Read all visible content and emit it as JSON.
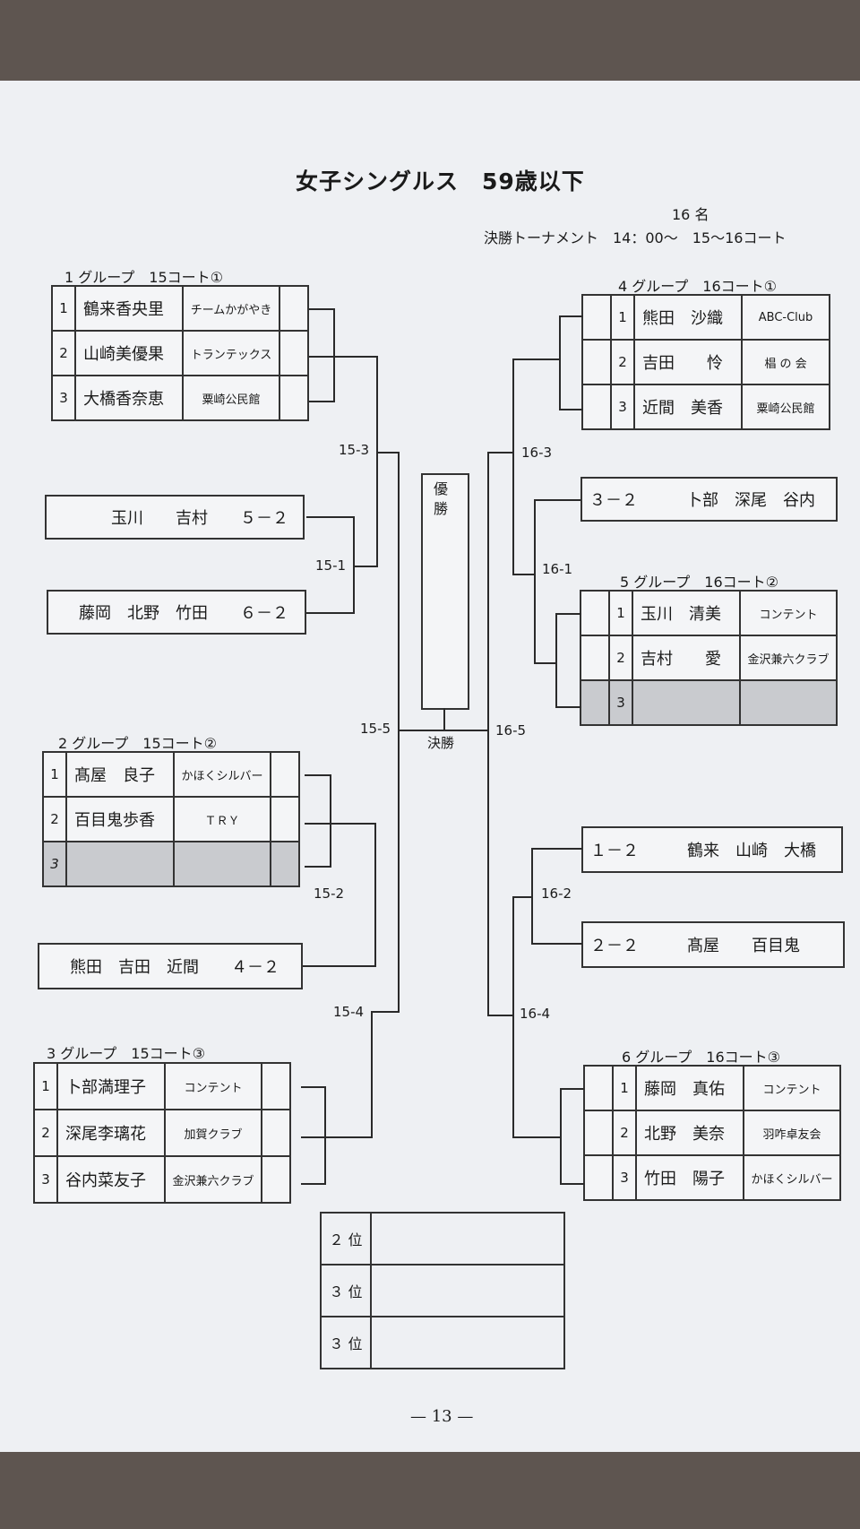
{
  "title": "女子シングルス　59歳以下",
  "count": "16 名",
  "final_info": "決勝トーナメント　14：00～　15～16コート",
  "groups": [
    {
      "label": "1 グループ　15コート①",
      "rows": [
        {
          "no": "1",
          "name": "鶴来香央里",
          "club": "チームかがやき"
        },
        {
          "no": "2",
          "name": "山崎美優果",
          "club": "トランテックス"
        },
        {
          "no": "3",
          "name": "大橋香奈恵",
          "club": "粟崎公民館"
        }
      ]
    },
    {
      "label": "2 グループ　15コート②",
      "rows": [
        {
          "no": "1",
          "name": "髙屋　良子",
          "club": "かほくシルバー"
        },
        {
          "no": "2",
          "name": "百目鬼歩香",
          "club": "ＴＲＹ"
        },
        {
          "no": "3",
          "name": "",
          "club": ""
        }
      ]
    },
    {
      "label": "3 グループ　15コート③",
      "rows": [
        {
          "no": "1",
          "name": "卜部満理子",
          "club": "コンテント"
        },
        {
          "no": "2",
          "name": "深尾李璃花",
          "club": "加賀クラブ"
        },
        {
          "no": "3",
          "name": "谷内菜友子",
          "club": "金沢兼六クラブ"
        }
      ]
    },
    {
      "label": "4 グループ　16コート①",
      "rows": [
        {
          "no": "1",
          "name": "熊田　沙織",
          "club": "ABC-Club"
        },
        {
          "no": "2",
          "name": "吉田　　怜",
          "club": "椙 の 会"
        },
        {
          "no": "3",
          "name": "近間　美香",
          "club": "粟崎公民館"
        }
      ]
    },
    {
      "label": "5 グループ　16コート②",
      "rows": [
        {
          "no": "1",
          "name": "玉川　清美",
          "club": "コンテント"
        },
        {
          "no": "2",
          "name": "吉村　　愛",
          "club": "金沢兼六クラブ"
        },
        {
          "no": "3",
          "name": "",
          "club": ""
        }
      ]
    },
    {
      "label": "6 グループ　16コート③",
      "rows": [
        {
          "no": "1",
          "name": "藤岡　真佑",
          "club": "コンテント"
        },
        {
          "no": "2",
          "name": "北野　美奈",
          "club": "羽咋卓友会"
        },
        {
          "no": "3",
          "name": "竹田　陽子",
          "club": "かほくシルバー"
        }
      ]
    }
  ],
  "slots": {
    "left_1": "玉川　　吉村　　５－２",
    "left_2": "藤岡　北野　竹田　　６－２",
    "left_3": "熊田　吉田　近間　　４－２",
    "right_1": "３－２　　　卜部　深尾　谷内",
    "right_2": "１－２　　　鶴来　山崎　大橋",
    "right_3": "２－２　　　髙屋　　百目鬼"
  },
  "matches": {
    "m15_1": "15-1",
    "m15_2": "15-2",
    "m15_3": "15-3",
    "m15_4": "15-4",
    "m15_5": "15-5",
    "m16_1": "16-1",
    "m16_2": "16-2",
    "m16_3": "16-3",
    "m16_4": "16-4",
    "m16_5": "16-5"
  },
  "winner_label": "優勝",
  "final_label": "決勝",
  "places": [
    {
      "label": "２ 位",
      "value": ""
    },
    {
      "label": "３ 位",
      "value": ""
    },
    {
      "label": "３ 位",
      "value": ""
    }
  ],
  "page_number": "— 13 —"
}
